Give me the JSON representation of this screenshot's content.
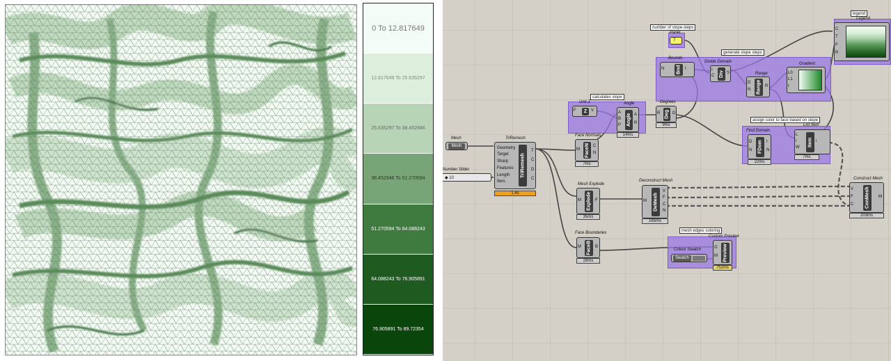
{
  "legend": {
    "ranges": [
      "0 To 12.817649",
      "12.817649 To 25.635297",
      "25.635297 To 38.452946",
      "38.452946 To 51.270594",
      "51.270594 To 64.088243",
      "64.088243 To 76.905891",
      "76.905891 To 89.72354"
    ],
    "colors": [
      "#f3fcf7",
      "#dcefdc",
      "#b7d4b6",
      "#78a577",
      "#3f7a3f",
      "#1f5a20",
      "#0a460b"
    ],
    "text_colors": [
      "#777777",
      "#888888",
      "#666666",
      "#333333",
      "#ffffff",
      "#ffffff",
      "#ffffff"
    ]
  },
  "canvas": {
    "mesh_param": {
      "title": "Mesh",
      "label": "Mesh"
    },
    "slider": {
      "title": "Number Slider",
      "value": "◆ 10"
    },
    "triremesh": {
      "title": "TriRemesh",
      "core": "TriRemesh",
      "inputs": [
        "Geometry",
        "Target",
        "Sharp",
        "Features",
        "Length",
        "Iters"
      ],
      "outputs": [
        "T",
        "C",
        "D",
        "C"
      ],
      "time": "1.4s"
    },
    "face_normals": {
      "title": "Face Normals",
      "core": "FaceN",
      "inputs": [
        "M"
      ],
      "outputs": [
        "C",
        "N"
      ],
      "time": "7ms"
    },
    "unit_z": {
      "title": "Unit Z",
      "core": "Z",
      "inputs": [
        "F"
      ],
      "outputs": [
        "V"
      ]
    },
    "angle": {
      "title": "Angle",
      "core": "Angle",
      "inputs": [
        "A",
        "B",
        "P"
      ],
      "outputs": [
        "A",
        "R"
      ],
      "time": "14ms"
    },
    "degrees": {
      "title": "Degrees",
      "core": "Deg",
      "inputs": [
        "R"
      ],
      "outputs": [
        "D"
      ],
      "time": "9ms"
    },
    "calc_note": "calculates slope",
    "steps_note": "number of slope-steps",
    "panel": {
      "title": "Panel",
      "value": "7"
    },
    "bounds": {
      "title": "Bounds",
      "core": "Bnd",
      "inputs": [
        "N"
      ],
      "outputs": [
        "I"
      ]
    },
    "divide": {
      "title": "Divide Domain",
      "core": "Div",
      "inputs": [
        "I",
        "C"
      ],
      "outputs": [
        "S"
      ]
    },
    "gen_note": "generate slope steps",
    "range": {
      "title": "Range",
      "core": "Range",
      "inputs": [
        "D",
        "N"
      ],
      "outputs": [
        "R"
      ]
    },
    "gradient": {
      "title": "Gradient",
      "inputs": [
        "L0",
        "L1",
        "t"
      ]
    },
    "legend_note": "legend",
    "legend_comp": {
      "title": "Legend",
      "inputs": [
        "C",
        "T",
        "F",
        "R"
      ]
    },
    "assign_note": "assign color to face based on slope",
    "find_domain": {
      "title": "Find Domain",
      "core": "FDom",
      "inputs": [
        "D",
        "N"
      ],
      "outputs": [
        "I",
        "N"
      ],
      "time": "22ms"
    },
    "list_item": {
      "title": "List Item",
      "core": "Item",
      "inputs": [
        "L",
        "i",
        "W"
      ],
      "outputs": [
        "i"
      ],
      "time": "7ms"
    },
    "mesh_explode": {
      "title": "Mesh Explode",
      "core": "Explode",
      "inputs": [
        "M"
      ],
      "outputs": [
        "F"
      ],
      "time": "35ms"
    },
    "demesh": {
      "title": "Deconstruct Mesh",
      "core": "DeMesh",
      "inputs": [
        "M"
      ],
      "outputs": [
        "V",
        "F",
        "C",
        "N"
      ],
      "time": "165ms"
    },
    "conmesh": {
      "title": "Construct Mesh",
      "core": "ConMesh",
      "inputs": [
        "V",
        "F",
        "C"
      ],
      "outputs": [
        "M"
      ],
      "time": "203ms"
    },
    "face_boundaries": {
      "title": "Face Boundaries",
      "core": "FaceB",
      "inputs": [
        "M"
      ],
      "outputs": [
        "B"
      ],
      "time": "28ms"
    },
    "edges_note": "mesh edges coloring",
    "custom_preview": {
      "title": "Custom Preview",
      "core": "Preview",
      "inputs": [
        "G",
        "M"
      ],
      "time": "752ms"
    },
    "swatch": {
      "title": "Colour Swatch",
      "label": "Swatch"
    }
  }
}
